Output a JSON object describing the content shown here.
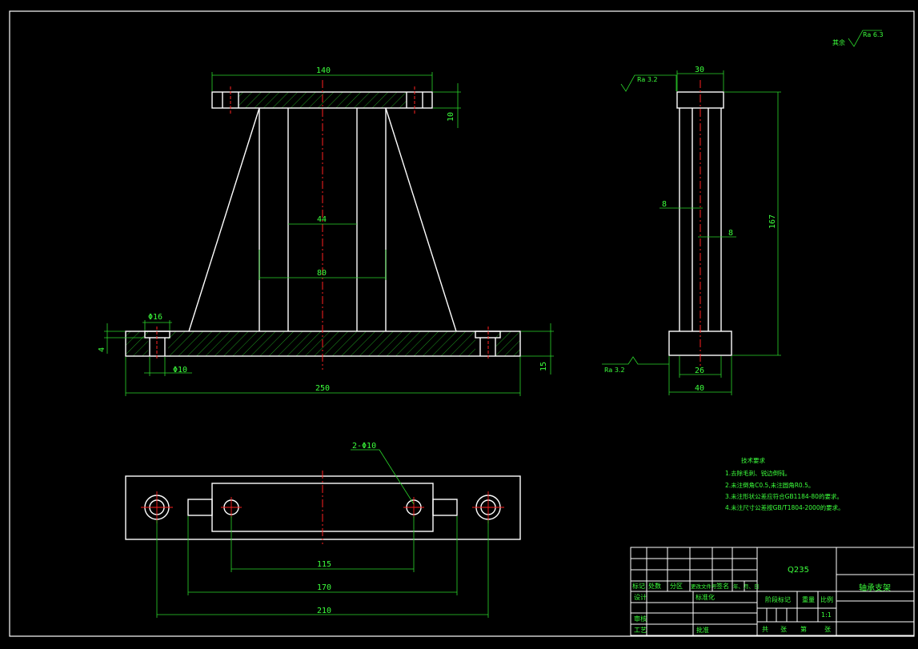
{
  "roughness_general": {
    "label": "其余",
    "value": "Ra 6.3"
  },
  "front_view": {
    "dims": {
      "top_width": "140",
      "top_thick": "10",
      "inner_width": "44",
      "outer_width": "80",
      "bore": "Φ16",
      "hole": "Φ10",
      "base_width": "250",
      "base_thick": "15",
      "step": "4"
    }
  },
  "side_view": {
    "dims": {
      "top_width": "30",
      "height": "167",
      "web_left": "8",
      "web_right": "8",
      "inner_base": "26",
      "base_width": "40"
    },
    "roughness_top": "Ra 3.2",
    "roughness_bottom": "Ra 3.2"
  },
  "top_view": {
    "dims": {
      "holes_label": "2-Φ10",
      "inner_span": "115",
      "mid_span": "170",
      "outer_span": "210"
    }
  },
  "tech_notes": {
    "title": "技术要求",
    "items": [
      "1.去除毛刺、锐边倒钝。",
      "2.未注倒角C0.5,未注圆角R0.5。",
      "3.未注形状公差应符合GB1184-80的要求。",
      "4.未注尺寸公差按GB/T1804-2000的要求。"
    ]
  },
  "title_block": {
    "material": "Q235",
    "part_name": "轴承支架",
    "row_headers": [
      "标记",
      "处数",
      "分区",
      "更改文件号",
      "签名",
      "年、月、日"
    ],
    "design": "设计",
    "standardize": "标准化",
    "review": "审核",
    "process": "工艺",
    "approve": "批准",
    "stage_mark": "阶段标记",
    "weight": "重量",
    "scale_label": "比例",
    "scale": "1:1",
    "sheet_total": "共",
    "sheet_label": "张",
    "sheet_no": "第",
    "sheet_label2": "张"
  }
}
